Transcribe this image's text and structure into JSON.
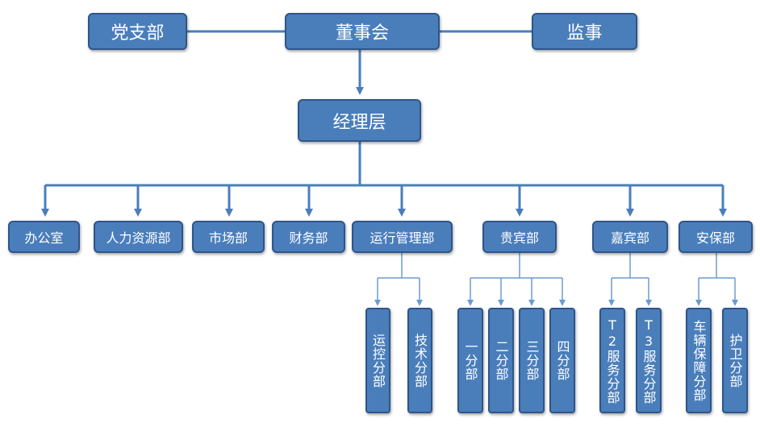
{
  "top": {
    "party": "党支部",
    "board": "董事会",
    "supervisor": "监事"
  },
  "management": "经理层",
  "departments": [
    {
      "label": "办公室",
      "subs": []
    },
    {
      "label": "人力资源部",
      "subs": []
    },
    {
      "label": "市场部",
      "subs": []
    },
    {
      "label": "财务部",
      "subs": []
    },
    {
      "label": "运行管理部",
      "subs": [
        "运控分部",
        "技术分部"
      ]
    },
    {
      "label": "贵宾部",
      "subs": [
        "一分部",
        "二分部",
        "三分部",
        "四分部"
      ]
    },
    {
      "label": "嘉宾部",
      "subs": [
        "T2服务分部",
        "T3服务分部"
      ]
    },
    {
      "label": "安保部",
      "subs": [
        "车辆保障分部",
        "护卫分部"
      ]
    }
  ],
  "colors": {
    "box_fill": "#4a7ebb",
    "box_border": "#2f5589",
    "line": "#4a7ebb",
    "sub_line": "#6a9bd1"
  }
}
